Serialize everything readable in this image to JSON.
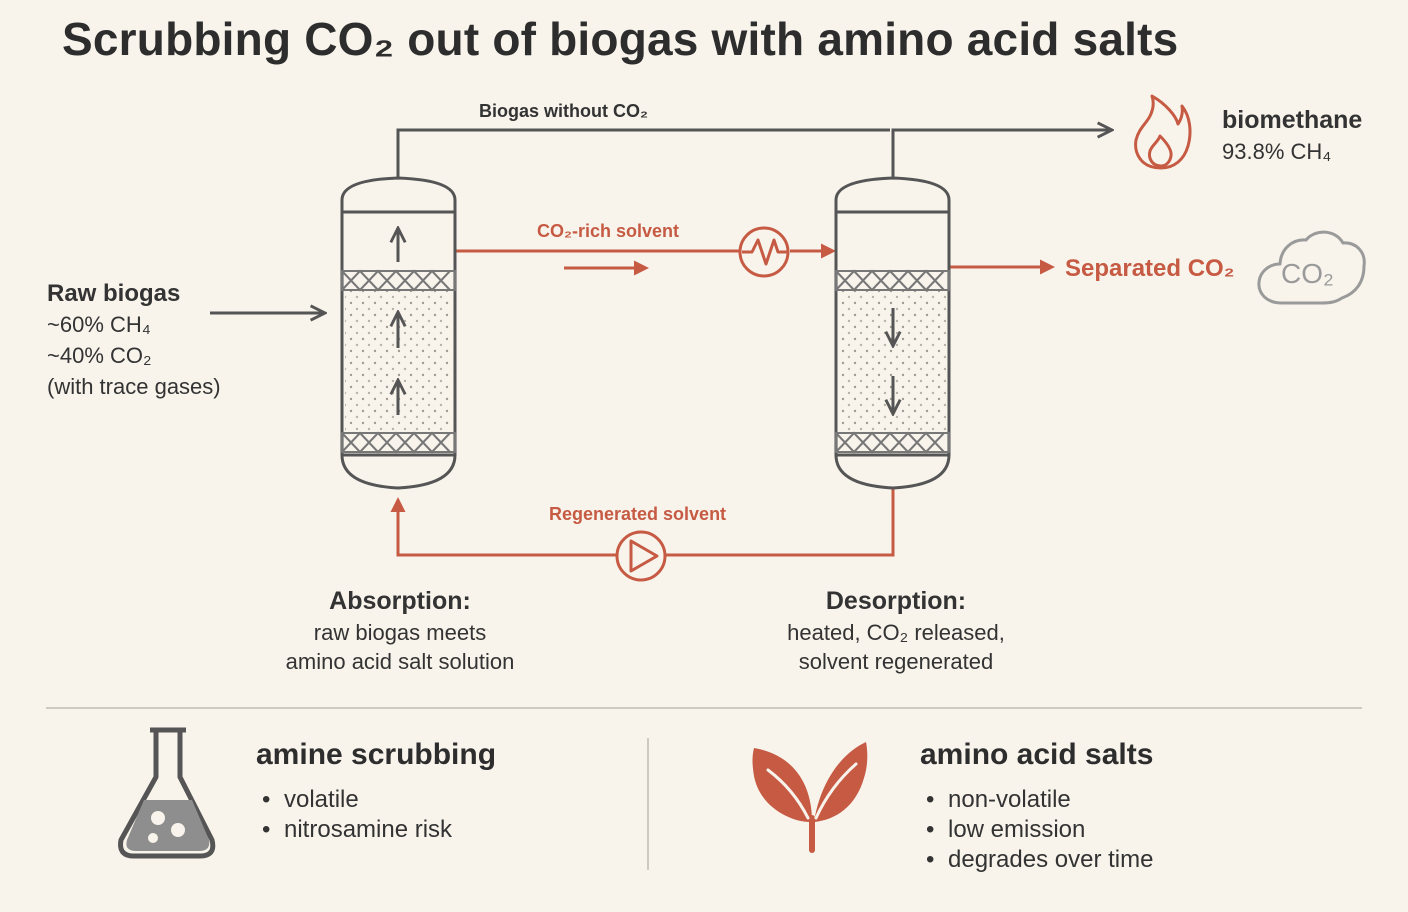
{
  "title": "Scrubbing CO₂ out of biogas with amino acid salts",
  "flows": {
    "biogas_without_co2": "Biogas without CO₂",
    "co2_rich_solvent": "CO₂-rich solvent",
    "regenerated_solvent": "Regenerated solvent",
    "separated_co2": "Separated CO₂",
    "cloud_label": "CO₂"
  },
  "raw_biogas": {
    "title": "Raw biogas",
    "lines": [
      "~60% CH₄",
      "~40% CO₂",
      "(with trace gases)"
    ]
  },
  "product": {
    "title": "biomethane",
    "value": "93.8% CH₄"
  },
  "stages": {
    "absorption": {
      "title": "Absorption:",
      "lines": [
        "raw biogas meets",
        "amino acid salt solution"
      ]
    },
    "desorption": {
      "title": "Desorption:",
      "lines": [
        "heated, CO₂ released,",
        "solvent regenerated"
      ]
    }
  },
  "comparison": {
    "amine": {
      "title": "amine scrubbing",
      "bullets": [
        "volatile",
        "nitrosamine risk"
      ]
    },
    "amino_acid_salts": {
      "title": "amino acid salts",
      "bullets": [
        "non-volatile",
        "low emission",
        "degrades over time"
      ]
    }
  },
  "colors": {
    "background": "#f8f4ec",
    "gas_line": "#555555",
    "solvent_line": "#c65a43",
    "text": "#333333"
  },
  "icons": {
    "product": "flame-icon",
    "co2_output": "cloud-icon",
    "amine": "flask-icon",
    "amino_acid_salts": "leaf-icon",
    "heat_exchanger": "heat-exchanger-icon",
    "pump": "pump-icon"
  }
}
